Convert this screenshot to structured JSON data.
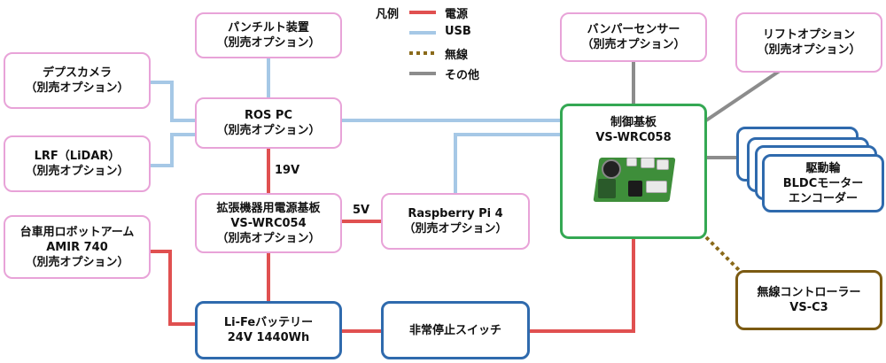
{
  "legend": {
    "title": "凡例",
    "items": [
      {
        "label": "電源",
        "color": "#e05050",
        "style": "solid"
      },
      {
        "label": "USB",
        "color": "#a6c8e6",
        "style": "solid"
      },
      {
        "label": "無線",
        "color": "#8a6a1a",
        "style": "dotted"
      },
      {
        "label": "その他",
        "color": "#8c8c8c",
        "style": "solid"
      }
    ]
  },
  "nodes": {
    "pan_tilt": [
      "パンチルト装置",
      "（別売オプション）"
    ],
    "depth_camera": [
      "デプスカメラ",
      "（別売オプション）"
    ],
    "ros_pc": [
      "ROS PC",
      "（別売オプション）"
    ],
    "lrf": [
      "LRF（LiDAR）",
      "（別売オプション）"
    ],
    "power_board": [
      "拡張機器用電源基板",
      "VS-WRC054",
      "（別売オプション）"
    ],
    "raspberry_pi": [
      "Raspberry Pi 4",
      "（別売オプション）"
    ],
    "robot_arm": [
      "台車用ロボットアーム",
      "AMIR 740",
      "（別売オプション）"
    ],
    "battery": [
      "Li-Feバッテリー",
      "24V 1440Wh"
    ],
    "emergency_stop": [
      "非常停止スイッチ"
    ],
    "control_board": [
      "制御基板",
      "VS-WRC058"
    ],
    "bumper_sensor": [
      "バンパーセンサー",
      "（別売オプション）"
    ],
    "lift_option": [
      "リフトオプション",
      "（別売オプション）"
    ],
    "drive_wheel": [
      "駆動輪",
      "BLDCモーター",
      "エンコーダー"
    ],
    "wireless_controller": [
      "無線コントローラー",
      "VS-C3"
    ]
  },
  "voltage_labels": {
    "v19": "19V",
    "v5": "5V"
  },
  "colors": {
    "power": "#e05050",
    "usb": "#a6c8e6",
    "wireless": "#8a6a1a",
    "other": "#8c8c8c",
    "option_border": "#e8a3d8",
    "core_border": "#2f6aad",
    "control_border": "#34a853",
    "wireless_border": "#7b5a12"
  },
  "icons": {
    "control_board_photo": "circuit-board-icon"
  }
}
